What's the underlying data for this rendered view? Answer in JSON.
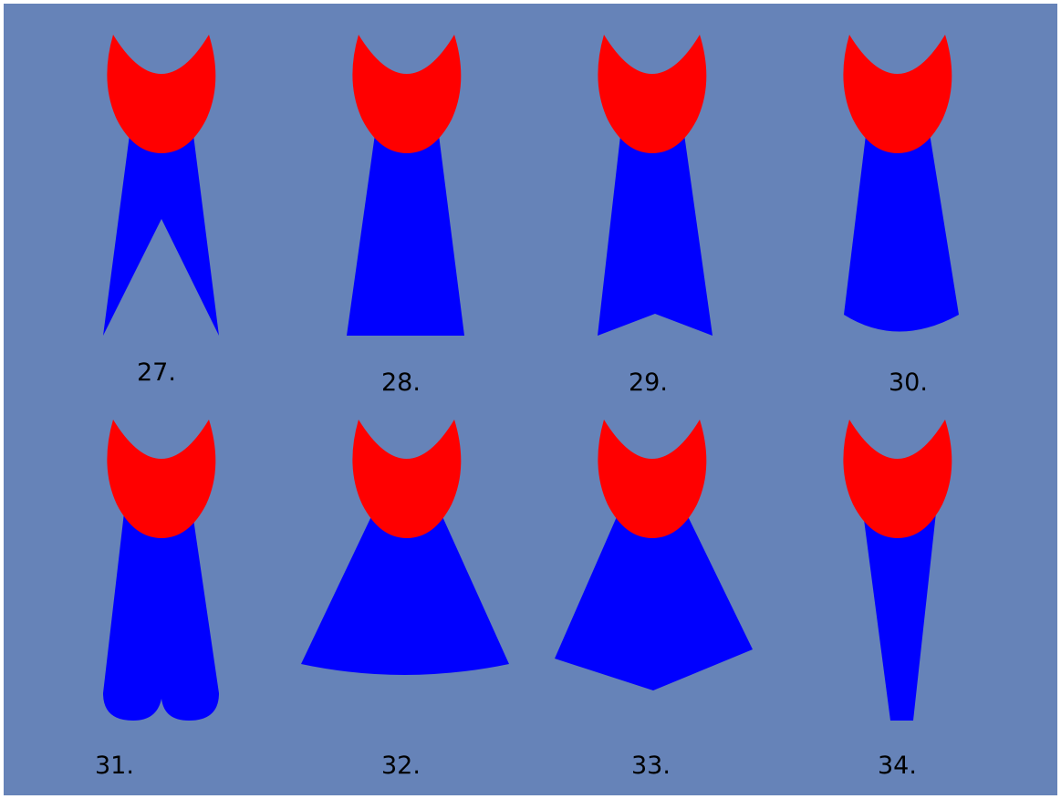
{
  "colors": {
    "background": "#6683b8",
    "border": "#ffffff",
    "head": "#ff0000",
    "body": "#0000ff",
    "label": "#000000"
  },
  "shapes": [
    {
      "label": "27.",
      "bottom_style": "inverted-v-notch"
    },
    {
      "label": "28.",
      "bottom_style": "flat"
    },
    {
      "label": "29.",
      "bottom_style": "v-notch"
    },
    {
      "label": "30.",
      "bottom_style": "rounded"
    },
    {
      "label": "31.",
      "bottom_style": "double-lobe"
    },
    {
      "label": "32.",
      "bottom_style": "wide-flare-rounded"
    },
    {
      "label": "33.",
      "bottom_style": "wide-flare-pointed"
    },
    {
      "label": "34.",
      "bottom_style": "narrow-taper"
    }
  ]
}
